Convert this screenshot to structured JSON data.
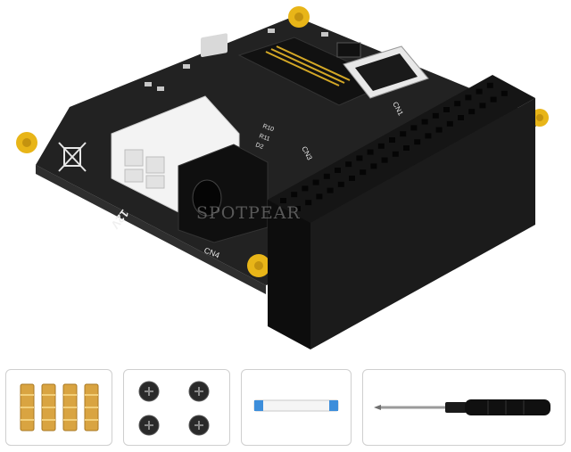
{
  "product": {
    "watermark": "SPOTPEAR",
    "colors": {
      "pcb": "#1f1f1f",
      "pcb_edge": "#3a3a3a",
      "header": "#141414",
      "gold": "#e8b518",
      "connector_white": "#f4f4f4",
      "silkscreen": "#e6e6e6"
    },
    "silkscreen": {
      "cn4": "CN4",
      "cn1": "CN1",
      "cn3": "CN3",
      "r10": "R10",
      "r11": "R11",
      "d2": "D2",
      "voltage": "12V"
    }
  },
  "accessories": [
    {
      "name": "brass-standoffs",
      "count": 4
    },
    {
      "name": "screws",
      "count": 4
    },
    {
      "name": "ffc-cable",
      "count": 1
    },
    {
      "name": "screwdriver",
      "count": 1
    }
  ]
}
